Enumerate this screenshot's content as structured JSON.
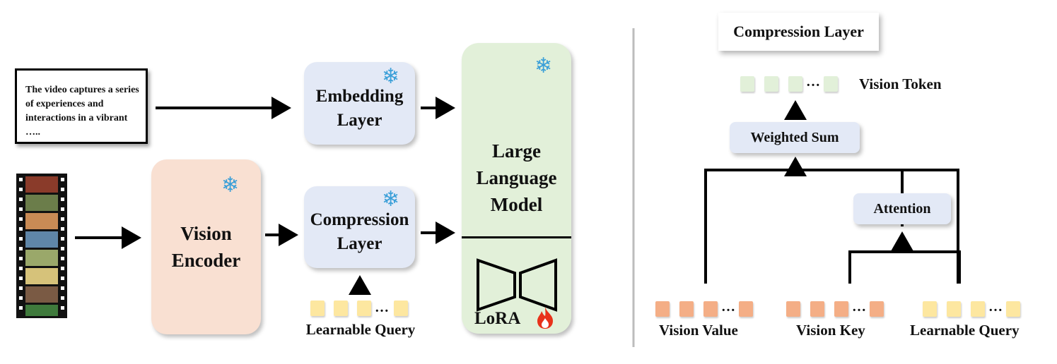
{
  "left": {
    "caption_text": "The video captures a series of experiences and interactions in a vibrant …..",
    "embedding_layer": "Embedding Layer",
    "vision_encoder": "Vision Encoder",
    "compression_layer": "Compression Layer",
    "llm": "Large Language Model",
    "lora": "LoRA",
    "learnable_query": "Learnable Query",
    "ellipsis": "…"
  },
  "right": {
    "title": "Compression Layer",
    "vision_token": "Vision Token",
    "weighted_sum": "Weighted Sum",
    "attention": "Attention",
    "vision_value": "Vision Value",
    "vision_key": "Vision Key",
    "learnable_query": "Learnable Query",
    "ellipsis": "…"
  },
  "icons": {
    "frozen": "snowflake-icon",
    "trainable": "fire-icon",
    "video": "film-strip-icon",
    "lora_shape": "hourglass-adapter-icon"
  },
  "colors": {
    "query_token": "#fde7a0",
    "vision_token_orange": "#f4ae86",
    "output_token": "#e2f0d9",
    "frozen": "#3a9fd8",
    "fire": "#e8321a"
  }
}
